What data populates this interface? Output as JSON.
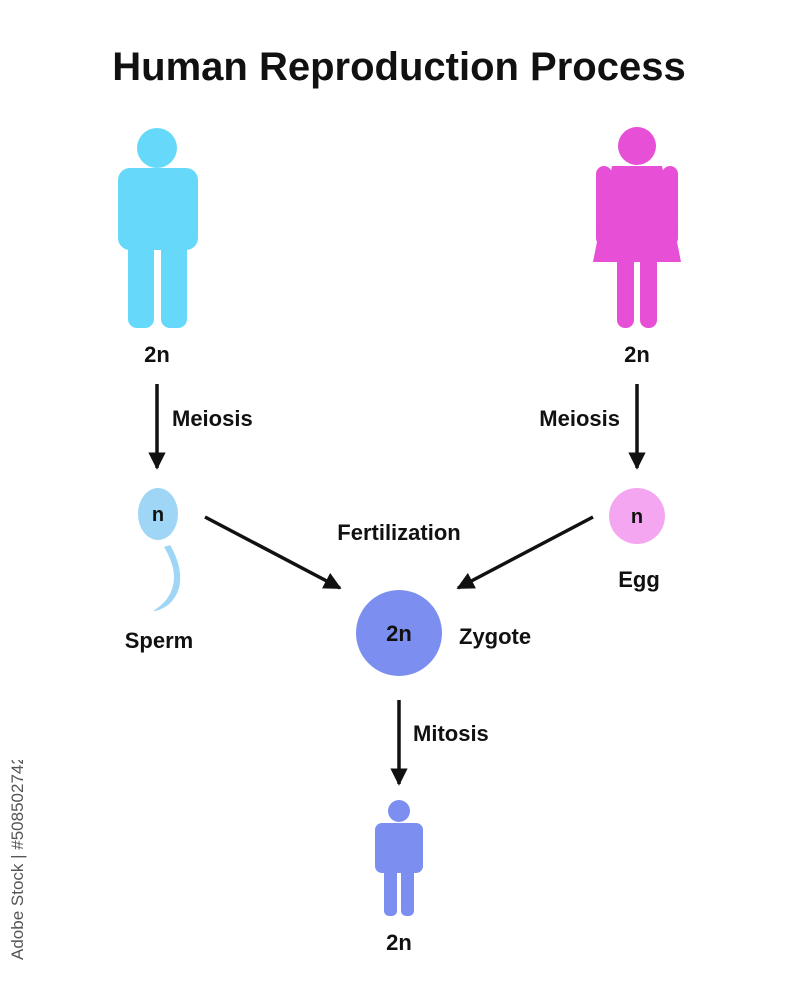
{
  "title": "Human Reproduction Process",
  "colors": {
    "male": "#66d9fb",
    "female": "#e64fd6",
    "sperm": "#9fd5f5",
    "egg": "#f5a6f0",
    "zygote": "#7c8ff0",
    "offspring": "#7c8ff0",
    "arrow": "#111111"
  },
  "icons": {
    "male": "male-person-icon",
    "female": "female-person-icon",
    "offspring": "child-person-icon"
  },
  "male": {
    "ploidy": "2n"
  },
  "female": {
    "ploidy": "2n"
  },
  "male_process": "Meiosis",
  "female_process": "Meiosis",
  "sperm": {
    "label": "Sperm",
    "ploidy": "n"
  },
  "egg": {
    "label": "Egg",
    "ploidy": "n"
  },
  "fertilization": "Fertilization",
  "zygote": {
    "label": "Zygote",
    "ploidy": "2n"
  },
  "mitosis": "Mitosis",
  "offspring": {
    "ploidy": "2n"
  },
  "watermark": "Adobe Stock | #508502742"
}
